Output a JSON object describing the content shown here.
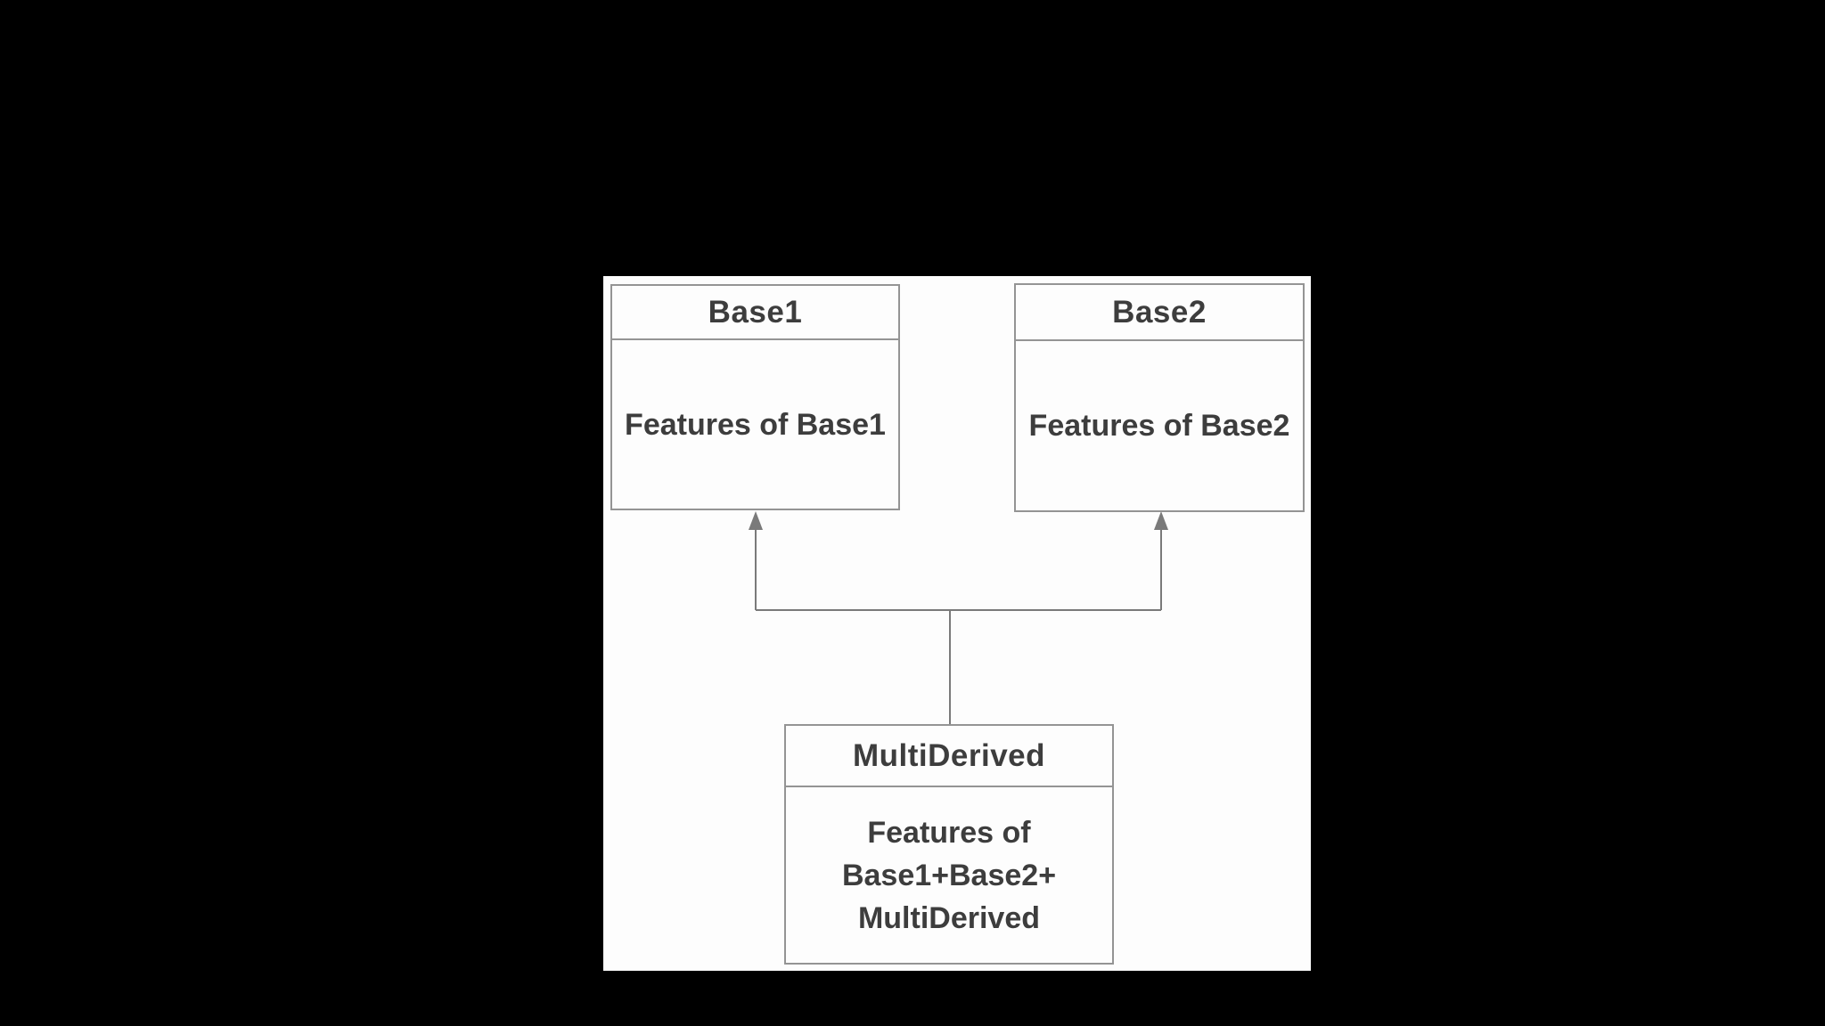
{
  "diagram": {
    "type": "uml-class-inheritance",
    "classes": [
      {
        "title": "Base1",
        "body": "Features of Base1"
      },
      {
        "title": "Base2",
        "body": "Features of Base2"
      },
      {
        "title": "MultiDerived",
        "body_lines": [
          "Features of",
          "Base1+Base2+",
          "MultiDerived"
        ]
      }
    ],
    "relations": [
      {
        "from": "MultiDerived",
        "to": "Base1",
        "style": "arrow-up"
      },
      {
        "from": "MultiDerived",
        "to": "Base2",
        "style": "arrow-up"
      }
    ]
  },
  "colors": {
    "page-bg": "#000000",
    "panel-bg": "#fdfdfd",
    "box-border": "#949494",
    "text": "#3d3d3d",
    "connector": "#7a7a7a"
  }
}
